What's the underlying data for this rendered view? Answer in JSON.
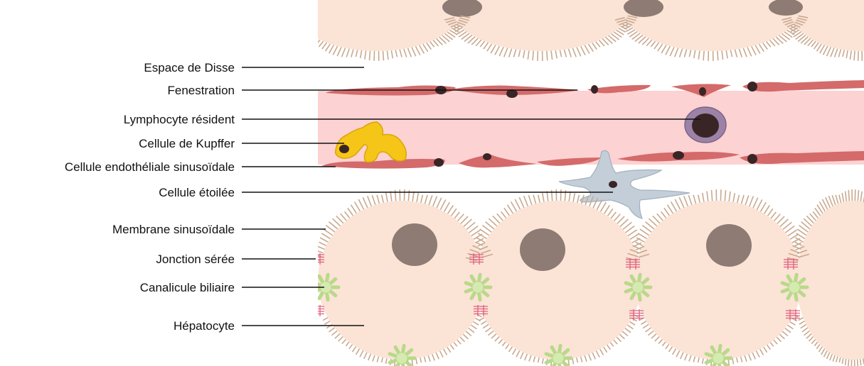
{
  "labels": {
    "espace_disse": "Espace de Disse",
    "fenestration": "Fenestration",
    "lymphocyte": "Lymphocyte résident",
    "kupffer": "Cellule de Kupffer",
    "endotheliale": "Cellule endothéliale sinusoïdale",
    "etoilee": "Cellule étoilée",
    "membrane": "Membrane sinusoïdale",
    "jonction": "Jonction sérée",
    "canalicule": "Canalicule biliaire",
    "hepatocyte": "Hépatocyte"
  },
  "colors": {
    "hepatocyte_fill": "#fbe3d6",
    "microvilli": "#c9a98f",
    "nucleus": "#8d7b74",
    "sinusoid": "#fcd2d2",
    "endothelial": "#d46a6a",
    "endothelial_nucleus": "#3a2526",
    "kupffer": "#f5c518",
    "lymphocyte": "#9b82a6",
    "stellate": "#c3ced8",
    "canalicule": "#d5eab0",
    "jonction": "#e0607e"
  }
}
